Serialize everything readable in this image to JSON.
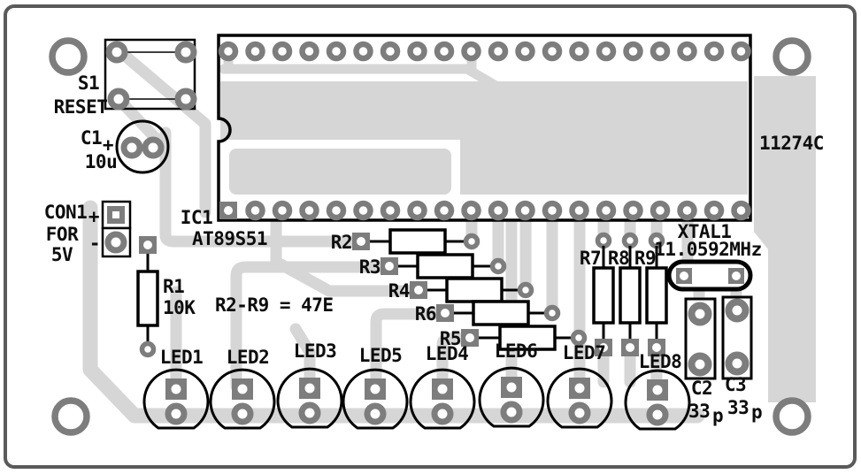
{
  "board": {
    "part_number": "11274C",
    "resistor_note": "R2-R9 = 47E"
  },
  "components": {
    "s1": {
      "ref": "S1",
      "label": "RESET"
    },
    "c1": {
      "ref": "C1",
      "polarity": "+",
      "value": "10u"
    },
    "con1": {
      "ref": "CON1",
      "line2": "FOR",
      "line3": "5V",
      "plus": "+",
      "minus": "-"
    },
    "r1": {
      "ref": "R1",
      "value": "10K"
    },
    "ic1": {
      "ref": "IC1",
      "value": "AT89S51"
    },
    "r2": {
      "ref": "R2"
    },
    "r3": {
      "ref": "R3"
    },
    "r4": {
      "ref": "R4"
    },
    "r5": {
      "ref": "R5"
    },
    "r6": {
      "ref": "R6"
    },
    "r7": {
      "ref": "R7"
    },
    "r8": {
      "ref": "R8"
    },
    "r9": {
      "ref": "R9"
    },
    "xtal1": {
      "ref": "XTAL1",
      "value": "11.0592MHz"
    },
    "c2": {
      "ref": "C2",
      "value": "33",
      "unit": "p"
    },
    "c3": {
      "ref": "C3",
      "value": "33",
      "unit": "p"
    },
    "leds": [
      {
        "label": "LED1"
      },
      {
        "label": "LED2"
      },
      {
        "label": "LED3"
      },
      {
        "label": "LED5"
      },
      {
        "label": "LED4"
      },
      {
        "label": "LED6"
      },
      {
        "label": "LED7"
      },
      {
        "label": "LED8"
      }
    ]
  },
  "colors": {
    "trace": "#d6d6d6",
    "pad": "#7d7d7d",
    "outline": "#000000",
    "board_border": "#5a5a5a"
  }
}
